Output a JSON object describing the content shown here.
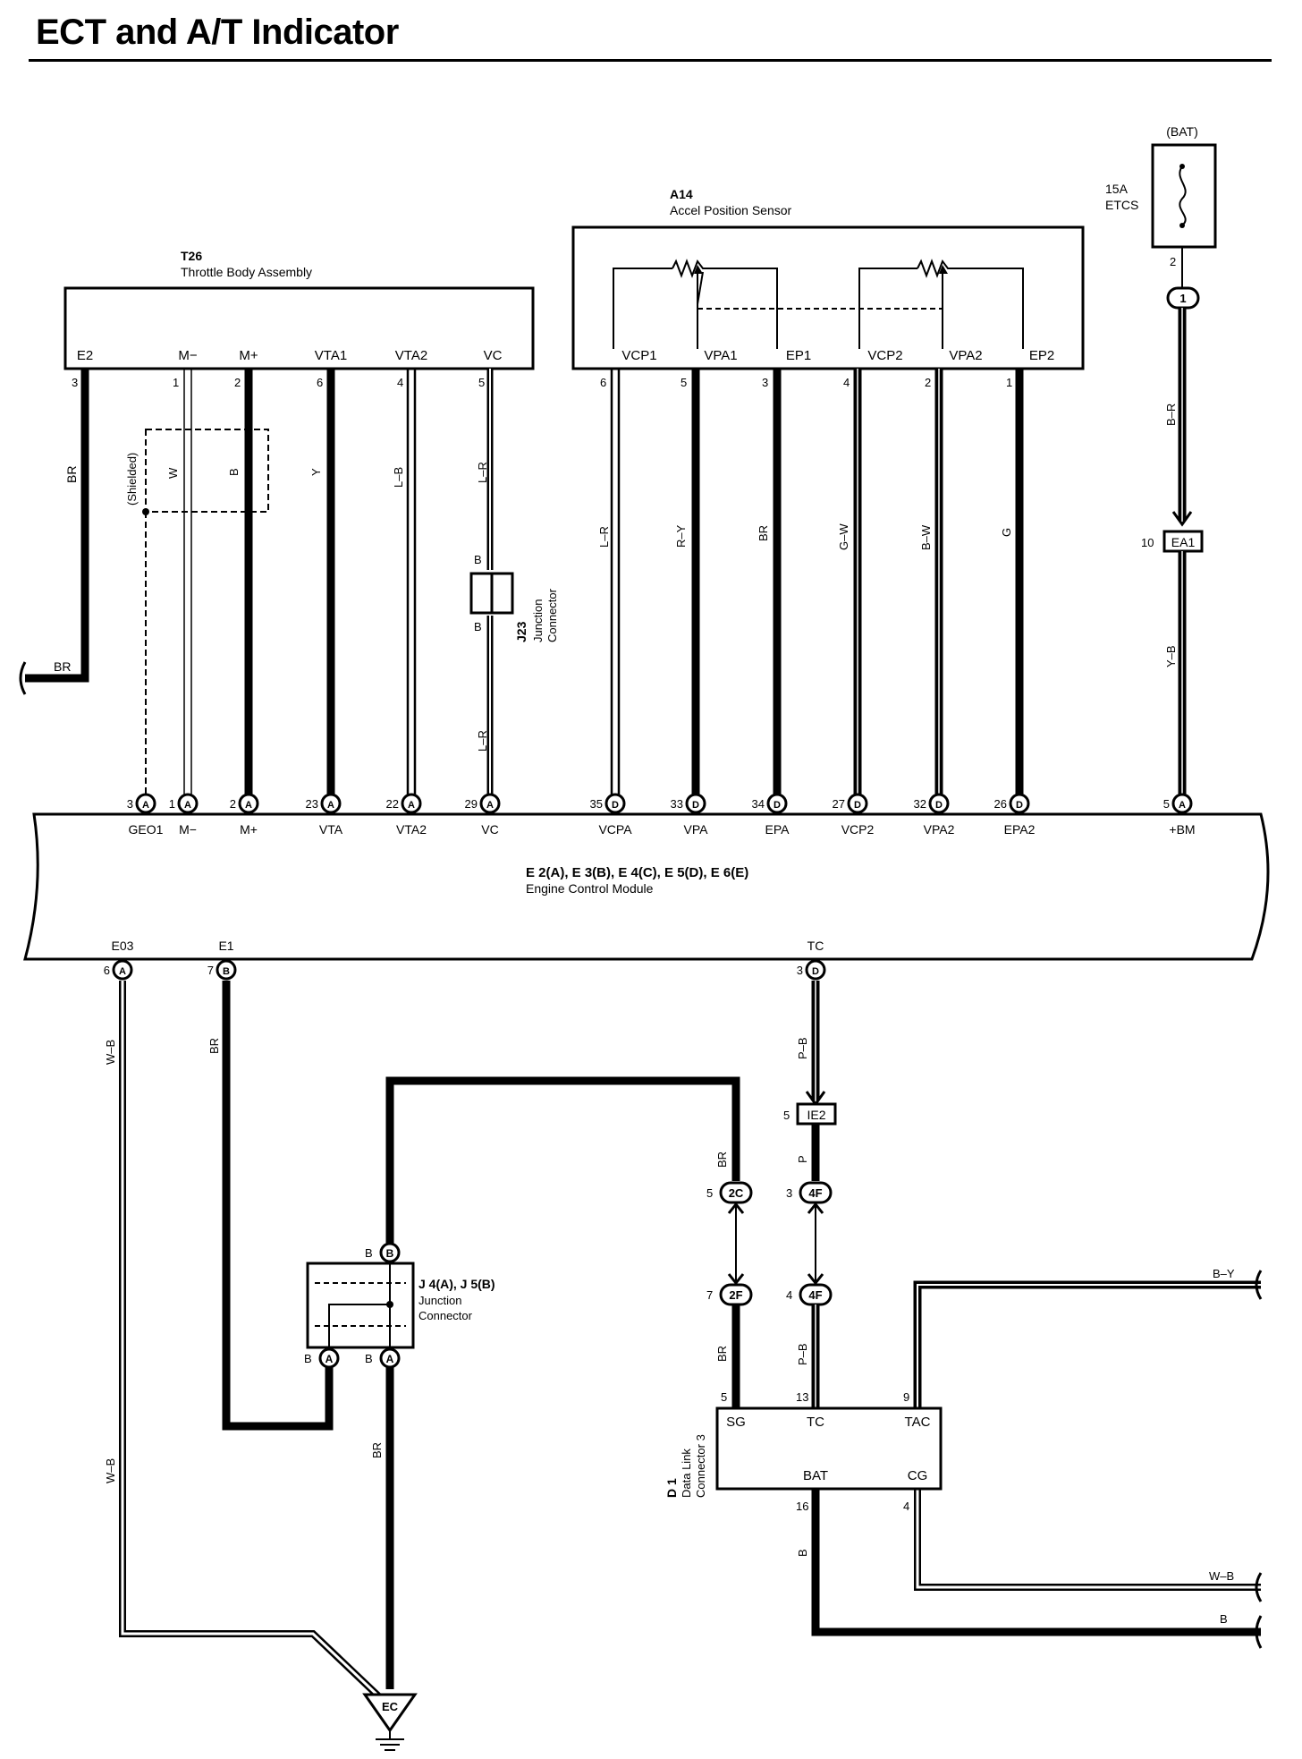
{
  "title": "ECT and A/T Indicator",
  "components": {
    "throttle": {
      "code": "T26",
      "name": "Throttle Body Assembly",
      "terminals": [
        "E2",
        "M−",
        "M+",
        "VTA1",
        "VTA2",
        "VC"
      ],
      "pins": [
        "3",
        "1",
        "2",
        "6",
        "4",
        "5"
      ]
    },
    "accel": {
      "code": "A14",
      "name": "Accel Position Sensor",
      "terminals": [
        "VCP1",
        "VPA1",
        "EP1",
        "VCP2",
        "VPA2",
        "EP2"
      ],
      "pins": [
        "6",
        "5",
        "3",
        "4",
        "2",
        "1"
      ]
    },
    "fuse": {
      "source": "(BAT)",
      "rating": "15A",
      "name": "ETCS",
      "pin": "2",
      "conn": "1"
    },
    "j23": {
      "code": "J23",
      "name1": "Junction",
      "name2": "Connector",
      "pin_top": "B",
      "pin_bot": "B"
    },
    "ecm": {
      "codes": "E 2(A), E 3(B), E 4(C), E 5(D), E 6(E)",
      "name": "Engine Control Module",
      "top_terminals": [
        "GEO1",
        "M−",
        "M+",
        "VTA",
        "VTA2",
        "VC",
        "VCPA",
        "VPA",
        "EPA",
        "VCP2",
        "VPA2",
        "EPA2",
        "+BM"
      ],
      "top_pins": [
        "3",
        "1",
        "2",
        "23",
        "22",
        "29",
        "35",
        "33",
        "34",
        "27",
        "32",
        "26",
        "5"
      ],
      "top_conns": [
        "A",
        "A",
        "A",
        "A",
        "A",
        "A",
        "D",
        "D",
        "D",
        "D",
        "D",
        "D",
        "A"
      ],
      "bot_terminals": [
        "E03",
        "E1",
        "TC"
      ],
      "bot_pins": [
        "6",
        "7",
        "3"
      ],
      "bot_conns": [
        "A",
        "B",
        "D"
      ]
    },
    "j4j5": {
      "codes": "J 4(A), J 5(B)",
      "name1": "Junction",
      "name2": "Connector"
    },
    "dlc": {
      "code": "D 1",
      "name1": "Data Link",
      "name2": "Connector 3",
      "terminals": [
        "SG",
        "TC",
        "TAC",
        "BAT",
        "CG"
      ],
      "pins": [
        "5",
        "13",
        "9",
        "16",
        "4"
      ]
    },
    "ground": "EC"
  },
  "wires": {
    "shielded": "(Shielded)",
    "t26": [
      "BR",
      "W",
      "B",
      "Y",
      "L–B",
      "L–R"
    ],
    "vc_lower": "L–R",
    "br_out": "BR",
    "a14": [
      "L–R",
      "R–Y",
      "BR",
      "G–W",
      "B–W",
      "G"
    ],
    "bat1": "B–R",
    "bat2": "Y–B",
    "e03": "W–B",
    "e03_lower": "W–B",
    "e1": "BR",
    "tc1": "P–B",
    "tc2": "P",
    "tc3": "P–B",
    "br_dlc1": "BR",
    "br_dlc2": "BR",
    "j_down": "BR",
    "bat_out": "B",
    "tac_out": "B–Y",
    "cg_out": "W–B",
    "b_out": "B"
  },
  "connectors": {
    "ea1": {
      "pin": "10",
      "label": "EA1"
    },
    "ie2": {
      "pin": "5",
      "label": "IE2"
    },
    "c2c": {
      "pin": "5",
      "label": "2C"
    },
    "c4f_a": {
      "pin": "3",
      "label": "4F"
    },
    "c2f": {
      "pin": "7",
      "label": "2F"
    },
    "c4f_b": {
      "pin": "4",
      "label": "4F"
    },
    "j_top": {
      "pin": "B",
      "conn": "B"
    },
    "j_bl": {
      "pin": "B",
      "conn": "A"
    },
    "j_br": {
      "pin": "B",
      "conn": "A"
    }
  }
}
